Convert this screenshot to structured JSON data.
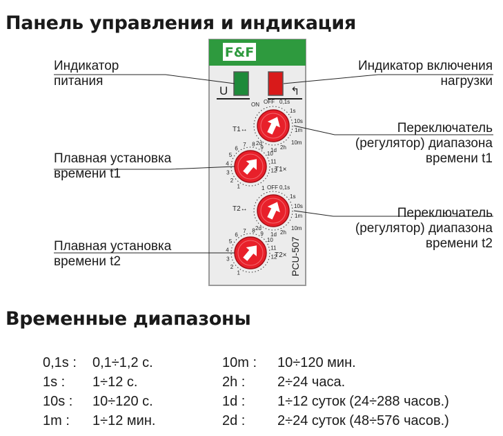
{
  "titles": {
    "panel": "Панель управления и индикация",
    "ranges": "Временные диапазоны"
  },
  "callouts": {
    "power_indicator": [
      "Индикатор",
      "питания"
    ],
    "load_indicator": [
      "Индикатор включения",
      "нагрузки"
    ],
    "switch_t1": [
      "Переключатель",
      "(регулятор) диапазона",
      "времени t1"
    ],
    "fine_t1": [
      "Плавная установка",
      "времени t1"
    ],
    "switch_t2": [
      "Переключатель",
      "(регулятор) диапазона",
      "времени t2"
    ],
    "fine_t2": [
      "Плавная установка",
      "времени t2"
    ]
  },
  "device": {
    "brand": "F&F",
    "model": "PCU-507",
    "power_symbol": "U",
    "load_symbol": "↰",
    "led_colors": {
      "power": "#1e8a3a",
      "load": "#d91a1a",
      "knob": "#e8202a"
    },
    "labels": {
      "t1_range": "T1↔",
      "t1_fine": "T1×",
      "t2_range": "T2↔",
      "t2_fine": "T2×"
    },
    "range_scale": {
      "top": [
        "ON",
        "OFF",
        "0,1s"
      ],
      "t2_top": [
        "1",
        "OFF",
        "0,1s"
      ],
      "right": [
        "1s",
        "10s",
        "1m",
        "10m"
      ],
      "bottom": [
        "2d",
        "1d",
        "2h"
      ]
    },
    "fine_scale": [
      "1",
      "2",
      "3",
      "4",
      "5",
      "6",
      "7",
      "8",
      "9",
      "10",
      "11",
      "12"
    ]
  },
  "ranges": {
    "left": [
      {
        "code": "0,1s :",
        "value": "0,1÷1,2 с."
      },
      {
        "code": "1s :",
        "value": "1÷12 с."
      },
      {
        "code": "10s :",
        "value": "10÷120 с."
      },
      {
        "code": "1m :",
        "value": "1÷12 мин."
      }
    ],
    "right": [
      {
        "code": "10m :",
        "value": "10÷120 мин."
      },
      {
        "code": "2h :",
        "value": "2÷24 часа."
      },
      {
        "code": "1d :",
        "value": "1÷12 суток (24÷288 часов.)"
      },
      {
        "code": "2d :",
        "value": "2÷24 суток (48÷576 часов.)"
      }
    ]
  }
}
